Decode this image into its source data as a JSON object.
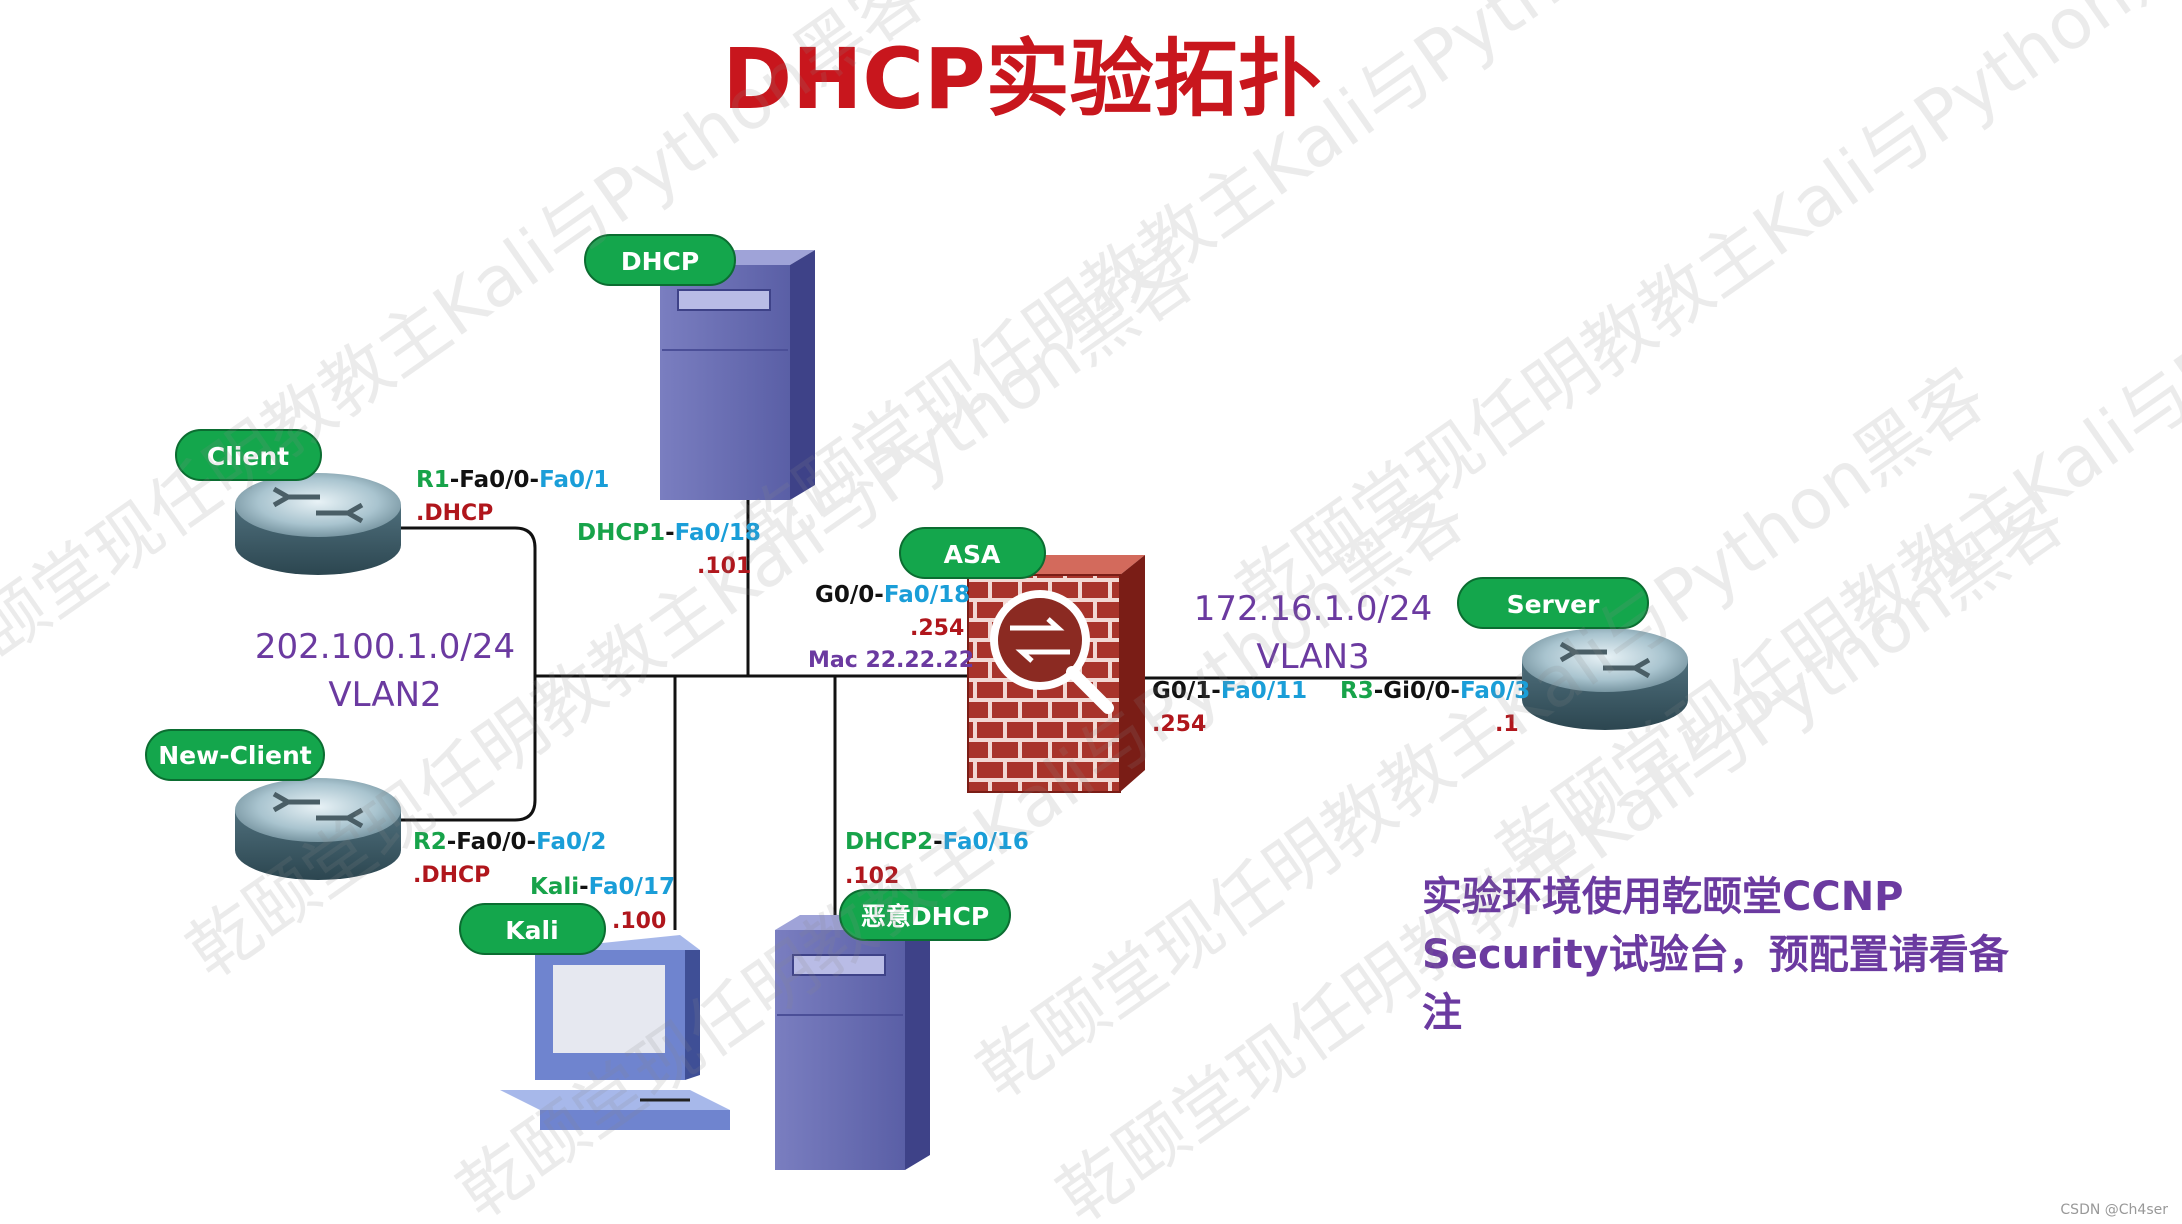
{
  "title": "DHCP实验拓扑",
  "colors": {
    "title": "#c8161d",
    "green": "#17a34a",
    "cyan": "#1a9ed8",
    "dark_red": "#b0161c",
    "purple": "#6b3aa0",
    "black": "#111111",
    "badge": "#14a64c"
  },
  "devices": {
    "client": {
      "label": "Client",
      "icon": "router-icon"
    },
    "new_client": {
      "label": "New-Client",
      "icon": "router-icon"
    },
    "dhcp_server": {
      "label": "DHCP",
      "icon": "server-tower-icon"
    },
    "rogue_dhcp": {
      "label": "恶意DHCP",
      "icon": "server-tower-icon"
    },
    "kali": {
      "label": "Kali",
      "icon": "pc-icon"
    },
    "asa": {
      "label": "ASA",
      "icon": "firewall-icon"
    },
    "server": {
      "label": "Server",
      "icon": "router-icon"
    }
  },
  "ports": {
    "r1": {
      "dev": "R1",
      "sep": "-Fa0/0-",
      "sw": "Fa0/1",
      "ip": ".DHCP"
    },
    "r2": {
      "dev": "R2",
      "sep": "-Fa0/0-",
      "sw": "Fa0/2",
      "ip": ".DHCP"
    },
    "dhcp1": {
      "dev": "DHCP1",
      "sep": "-",
      "sw": "Fa0/18",
      "ip": ".101"
    },
    "kali": {
      "dev": "Kali",
      "sep": "-",
      "sw": "Fa0/17",
      "ip": ".100"
    },
    "dhcp2": {
      "dev": "DHCP2",
      "sep": "-",
      "sw": "Fa0/16",
      "ip": ".102"
    },
    "asa_g00": {
      "dev": "G0/0",
      "sep": "-",
      "sw": "Fa0/18",
      "ip": ".254",
      "mac": "Mac 22.22.22"
    },
    "asa_g01": {
      "dev": "G0/1",
      "sep": "-",
      "sw": "Fa0/11",
      "ip": ".254"
    },
    "r3": {
      "dev": "R3",
      "sep": "-Gi0/0-",
      "sw": "Fa0/3",
      "ip": ".1"
    }
  },
  "networks": {
    "vlan2": {
      "subnet": "202.100.1.0/24",
      "vlan": "VLAN2"
    },
    "vlan3": {
      "subnet": "172.16.1.0/24",
      "vlan": "VLAN3"
    }
  },
  "note": {
    "line1": "实验环境使用乾颐堂CCNP",
    "line2": "Security试验台，预配置请看备",
    "line3": "注"
  },
  "watermark_text": "乾颐堂现任明教教主Kali与Python黑客",
  "footer": "CSDN @Ch4ser"
}
